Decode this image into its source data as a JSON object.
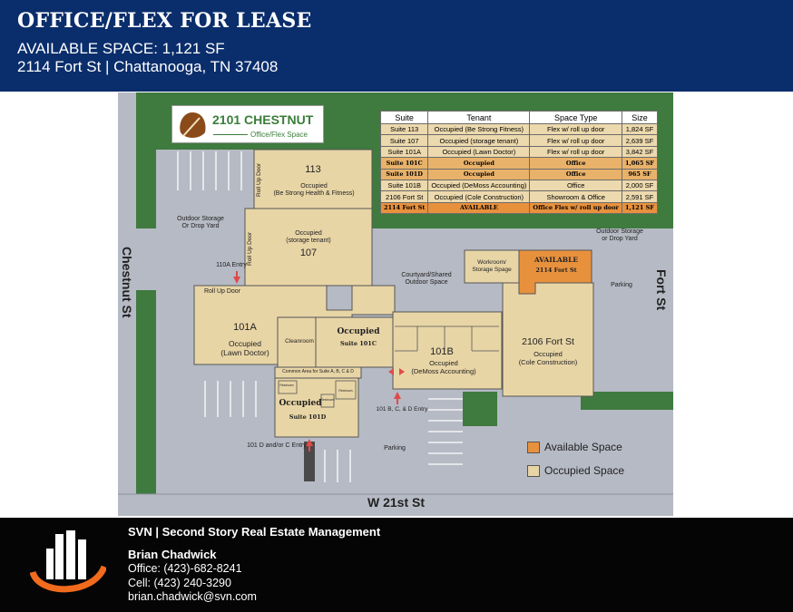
{
  "header": {
    "title": "OFFICE/FLEX FOR LEASE",
    "subtitle": "AVAILABLE SPACE: 1,121 SF",
    "address": "2114 Fort St | Chattanooga, TN 37408"
  },
  "brand": {
    "name": "2101 CHESTNUT",
    "sub": "Office/Flex Space",
    "logo_icon": "leaf-logo-icon"
  },
  "table": {
    "headers": [
      "Suite",
      "Tenant",
      "Space Type",
      "Size"
    ],
    "rows": [
      {
        "suite": "Suite 113",
        "tenant": "Occupied (Be Strong Fitness)",
        "type": "Flex w/ roll up door",
        "size": "1,824 SF",
        "style": "normal"
      },
      {
        "suite": "Suite 107",
        "tenant": "Occupied (storage tenant)",
        "type": "Flex w/ roll up door",
        "size": "2,639 SF",
        "style": "normal"
      },
      {
        "suite": "Suite 101A",
        "tenant": "Occupied (Lawn Doctor)",
        "type": "Flex w/ roll up door",
        "size": "3,842 SF",
        "style": "normal"
      },
      {
        "suite": "Suite 101C",
        "tenant": "Occupied",
        "type": "Office",
        "size": "1,065 SF",
        "style": "hl"
      },
      {
        "suite": "Suite 101D",
        "tenant": "Occupied",
        "type": "Office",
        "size": "965 SF",
        "style": "hl"
      },
      {
        "suite": "Suite 101B",
        "tenant": "Occupied (DeMoss Accounting)",
        "type": "Office",
        "size": "2,000 SF",
        "style": "normal"
      },
      {
        "suite": "2106 Fort St",
        "tenant": "Occupied (Cole Construction)",
        "type": "Showroom & Office",
        "size": "2,591 SF",
        "style": "normal"
      },
      {
        "suite": "2114 Fort St",
        "tenant": "AVAILABLE",
        "type": "Office Flex w/ roll up door",
        "size": "1,121 SF",
        "style": "avail"
      }
    ]
  },
  "map": {
    "streets": {
      "chestnut": "Chestnut St",
      "fort": "Fort St",
      "w21": "W 21st St"
    },
    "labels": {
      "outdoor_left": "Outdoor Storage\nOr Drop Yard",
      "outdoor_right": "Outdoor Storage\nor Drop Yard",
      "entry_110a": "110A Entry",
      "rollup_113": "Roll Up Door",
      "rollup_107": "Roll Up Door",
      "rollup_101a": "Roll Up Door",
      "s113_num": "113",
      "s113_desc": "Occupied\n(Be Strong Health & Fitness)",
      "s107_desc": "Occupied\n(storage tenant)",
      "s107_num": "107",
      "s101a_num": "101A",
      "s101a_desc": "Occupied\n(Lawn Doctor)",
      "cleanroom": "Cleanroom",
      "s101c_title": "Occupied",
      "s101c_sub": "Suite 101C",
      "common": "Common Area for Suite A, B, C & D",
      "restroom1": "Restroom",
      "restroom2": "Restroom",
      "restroom3": "Restroom",
      "s101d_title": "Occupied",
      "s101d_sub": "Suite 101D",
      "entry_101d": "101 D and/or C Entry",
      "courtyard": "Courtyard/Shared\nOutdoor Space",
      "s101b_num": "101B",
      "s101b_desc": "Occupied\n(DeMoss Accounting)",
      "entry_101b": "101 B, C, & D Entry",
      "workroom": "Workroom/\nStorage Spage",
      "avail_title": "AVAILABLE",
      "avail_sub": "2114 Fort St",
      "fort2106_title": "2106 Fort St",
      "fort2106_desc": "Occupied\n(Cole Construction)",
      "parking_right": "Parking",
      "parking_bottom": "Parking"
    },
    "legend": {
      "available": "Available Space",
      "occupied": "Occupied Space"
    },
    "colors": {
      "available": "#e8913d",
      "occupied": "#e8d5a6",
      "grass": "#3f7a3f",
      "pavement": "#b6bac4"
    }
  },
  "footer": {
    "company": "SVN | Second Story Real Estate Management",
    "agent": "Brian Chadwick",
    "office": "Office: (423)-682-8241",
    "cell": "Cell: (423) 240-3290",
    "email": "brian.chadwick@svn.com",
    "logo_icon": "svn-logo-icon"
  }
}
